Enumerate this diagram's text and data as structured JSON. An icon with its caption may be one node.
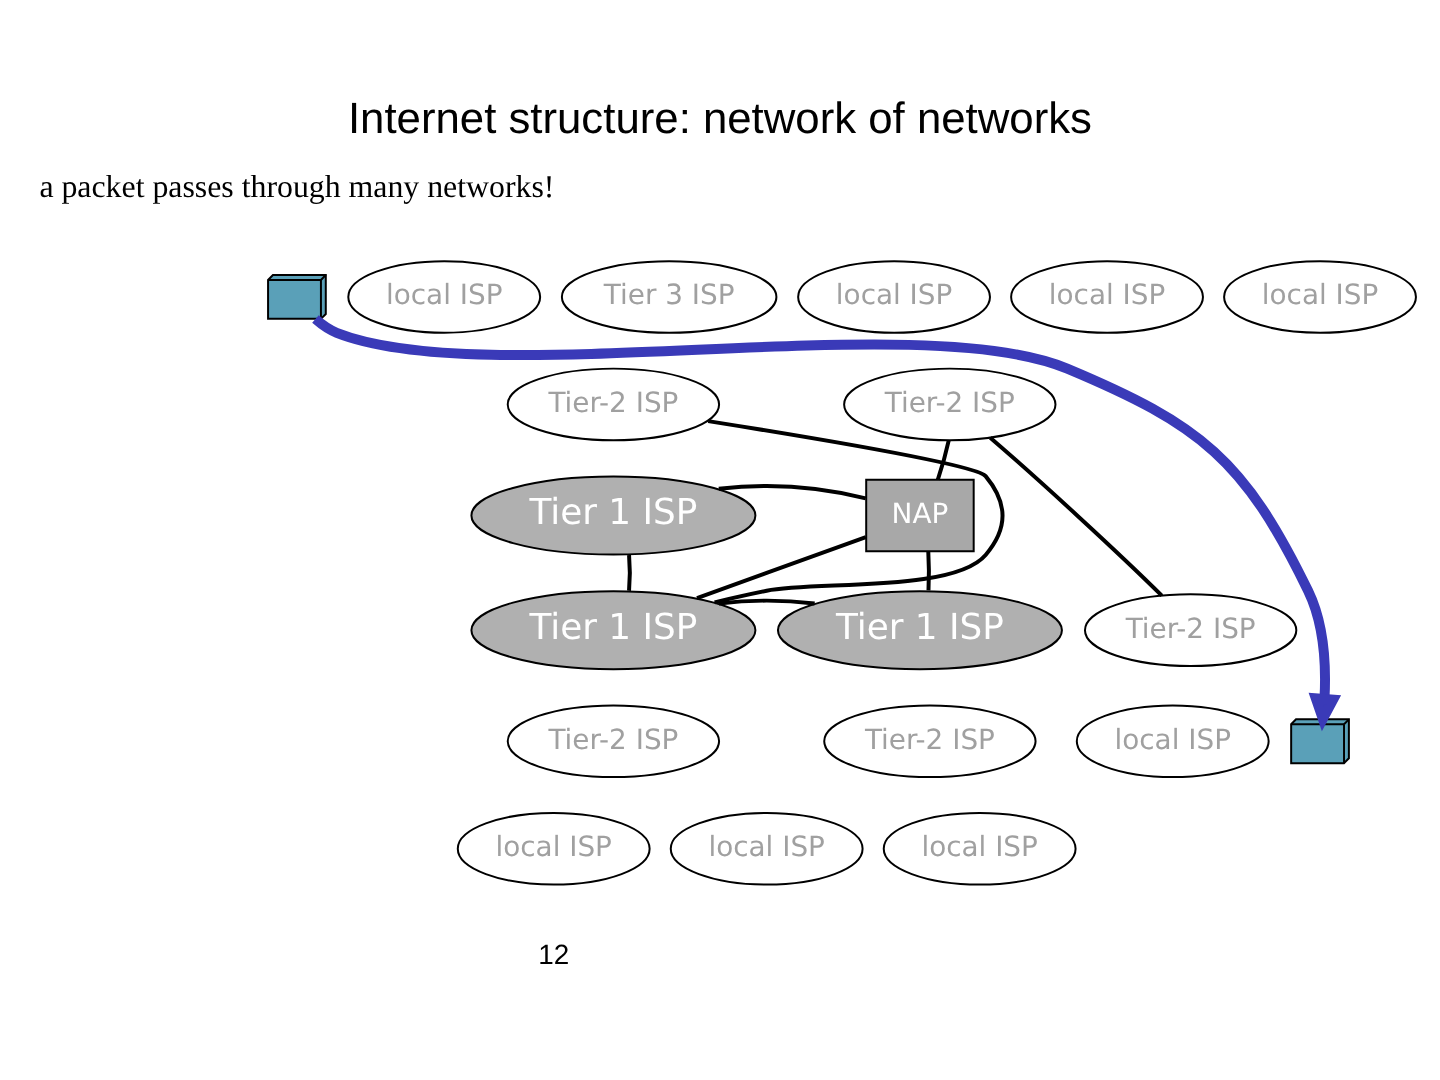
{
  "diagram": {
    "title": "Internet structure: network of networks",
    "nodes": [
      {
        "text": [],
        "shape": "computer"
      },
      {
        "text": [
          "local ISP"
        ]
      },
      {
        "text": [
          "Tier 3 ISP"
        ]
      },
      {
        "text": [
          "Tier-2 ISP"
        ]
      },
      {
        "text": [
          "local ISP"
        ]
      },
      {
        "text": [
          "local ISP"
        ]
      },
      {
        "text": [
          "local ISP"
        ]
      },
      {
        "text": [
          "Tier-2 ISP"
        ]
      },
      {
        "text": [
          "Tier 1 ISP"
        ]
      },
      {
        "text": [
          "NAP"
        ]
      },
      {
        "text": [
          "Tier 1 ISP"
        ]
      },
      {
        "text": [
          "Tier 1 ISP"
        ]
      },
      {
        "text": [
          "Tier-2 ISP"
        ]
      },
      {
        "text": [
          "local ISP"
        ]
      },
      {
        "text": [
          "local ISP"
        ]
      },
      {
        "text": [
          "Tier-2 ISP"
        ]
      },
      {
        "text": [
          "local ISP"
        ]
      },
      {
        "text": [
          "Tier-2 ISP"
        ]
      },
      {
        "text": [
          "local ISP"
        ]
      },
      {
        "text": [],
        "shape": "computer"
      }
    ],
    "edges": [
      {
        "from": 3,
        "to": 10,
        "arrow": "none"
      },
      {
        "from": 8,
        "to": 10,
        "arrow": "none"
      },
      {
        "from": 8,
        "to": 9,
        "arrow": "none"
      },
      {
        "from": 10,
        "to": 9,
        "arrow": "none"
      },
      {
        "from": 9,
        "to": 11,
        "arrow": "none"
      },
      {
        "from": 10,
        "to": 11,
        "arrow": "none"
      },
      {
        "from": 7,
        "to": 9,
        "arrow": "none"
      },
      {
        "from": 7,
        "to": 17,
        "arrow": "none"
      },
      {
        "from": 0,
        "to": 19,
        "arrow": "to",
        "style": "thick",
        "color": "#3a3ab8"
      }
    ],
    "labels": [
      "a packet passes through many networks!",
      "12"
    ]
  }
}
